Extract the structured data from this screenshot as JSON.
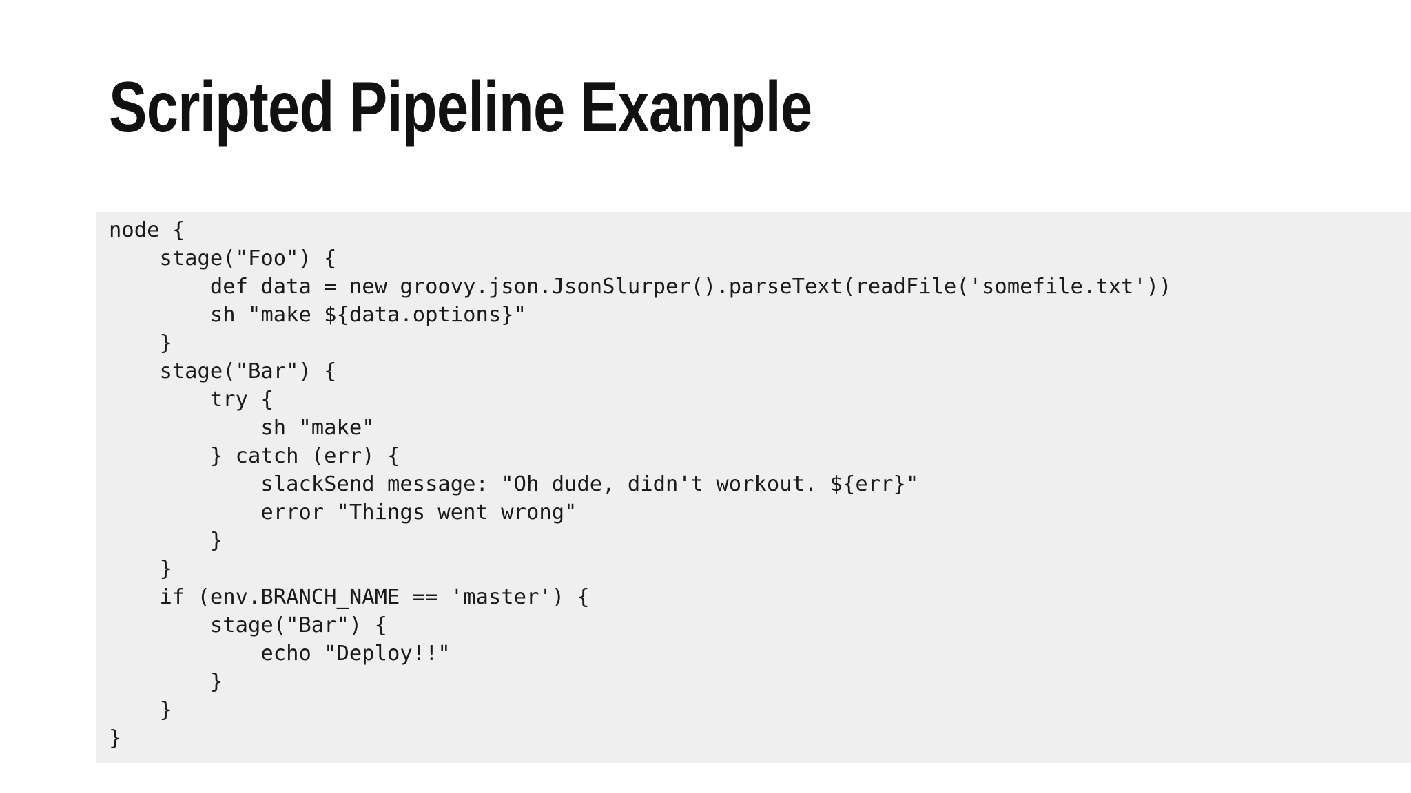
{
  "slide": {
    "title": "Scripted Pipeline Example",
    "background_color": "#ffffff",
    "title_color": "#111111"
  },
  "code_block": {
    "background_color": "#efefef",
    "text_color": "#1b1b1b",
    "lines": [
      "node {",
      "    stage(\"Foo\") {",
      "        def data = new groovy.json.JsonSlurper().parseText(readFile('somefile.txt'))",
      "        sh \"make ${data.options}\"",
      "    }",
      "    stage(\"Bar\") {",
      "        try {",
      "            sh \"make\"",
      "        } catch (err) {",
      "            slackSend message: \"Oh dude, didn't workout. ${err}\"",
      "            error \"Things went wrong\"",
      "        }",
      "    }",
      "    if (env.BRANCH_NAME == 'master') {",
      "        stage(\"Bar\") {",
      "            echo \"Deploy!!\"",
      "        }",
      "    }",
      "}"
    ]
  }
}
